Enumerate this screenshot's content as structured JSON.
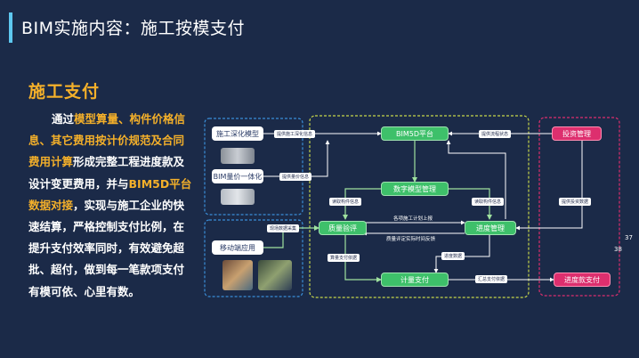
{
  "page": {
    "title": "BIM实施内容：施工按模支付",
    "section_title": "施工支付",
    "body": [
      {
        "text": "通过",
        "hl": false
      },
      {
        "text": "模型算量、构件价格信息、其它费用按计价规范及合同费用计算",
        "hl": true
      },
      {
        "text": "形成完整工程进度款及设计变更费用，并与",
        "hl": false
      },
      {
        "text": "BIM5D平台数据对接",
        "hl": true
      },
      {
        "text": "，实现与施工企业的快速结算，严格控制支付比例，在提升支付效率同时，有效避免超批、超付，做到每一笔款项支付有模可依、心里有数。",
        "hl": false
      }
    ],
    "page_numbers": [
      "37",
      "38"
    ]
  },
  "diagram": {
    "nodes": {
      "construction_model": "施工深化模型",
      "bim_price": "BIM量价一体化",
      "mobile_app": "移动端应用",
      "bim5d": "BIM5D平台",
      "digital_model": "数字模型管理",
      "quality": "质量验评",
      "progress": "进度管理",
      "payment": "计量支付",
      "invest": "投资管理",
      "progress_pay": "进度款支付"
    },
    "labels": {
      "provide_model_info": "提供施工深化信息",
      "provide_price_info": "提供量价信息",
      "provide_process": "提供流程状态",
      "field_data": "现场数据采集",
      "read_component": "读取构件信息",
      "read_component_2": "读取构件信息",
      "plan_report": "各项施工计划上报",
      "actual_feedback": "质量评定实际时间反馈",
      "progress_data": "进度数据",
      "payment_basis": "算量支付依据",
      "summary_basis": "汇总支付依据",
      "invest_data": "提供投资数据"
    },
    "colors": {
      "green": "#3ec06a",
      "pink": "#dd2f6e",
      "blue_border": "#3a8ed8",
      "yellow_border": "#c7d64a",
      "pink_border": "#dd2f6e"
    }
  }
}
